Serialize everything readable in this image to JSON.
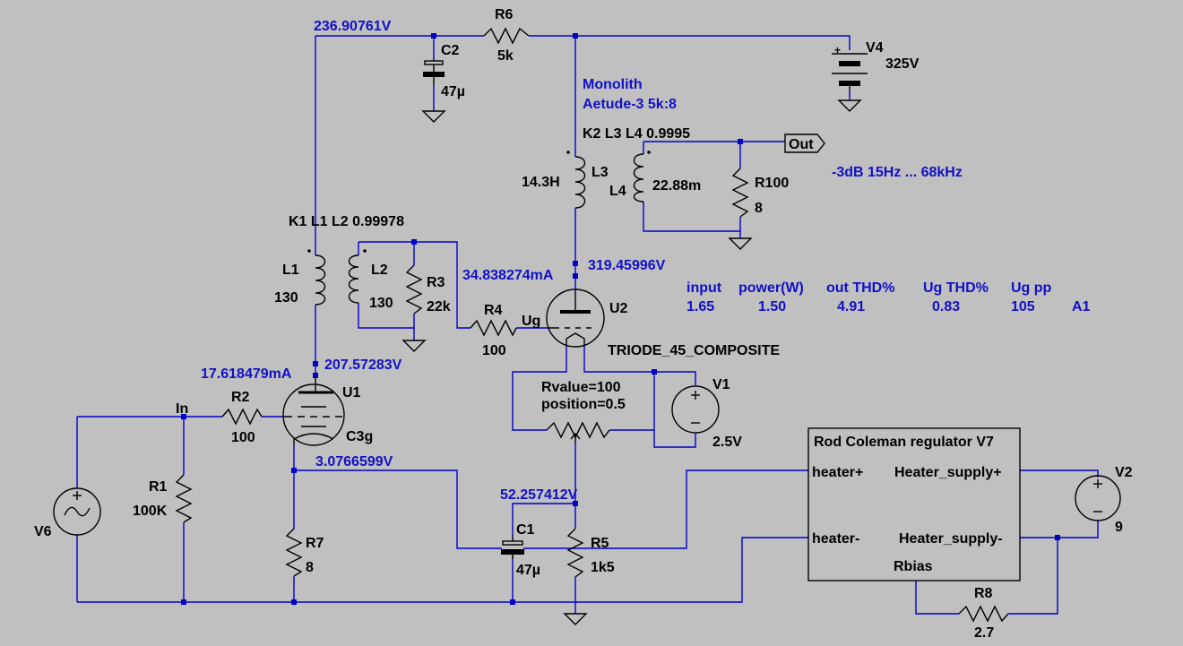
{
  "colors": {
    "background": "#c0c0c0",
    "wire": "#0000c8",
    "component": "#000000",
    "net_label": "#1010c8"
  },
  "node_voltages": {
    "v_top": "236.90761V",
    "v_u2_anode": "319.45996V",
    "i_u2": "34.838274mA",
    "v_u1_anode": "207.57283V",
    "i_u1": "17.618479mA",
    "v_u1_cathode": "3.0766599V",
    "v_c1": "52.257412V"
  },
  "transformer1": {
    "coupling": "K1 L1 L2  0.99978"
  },
  "transformer2": {
    "name": "Monolith",
    "model": "Aetude-3 5k:8",
    "coupling": "K2 L3 L4  0.9995"
  },
  "bandwidth_note": "-3dB 15Hz ... 68kHz",
  "components": {
    "R6": {
      "name": "R6",
      "value": "5k"
    },
    "C2": {
      "name": "C2",
      "value": "47µ"
    },
    "V4": {
      "name": "V4",
      "value": "325V"
    },
    "L3": {
      "name": "L3",
      "value": "14.3H"
    },
    "L4": {
      "name": "L4",
      "value": "22.88m"
    },
    "R100": {
      "name": "R100",
      "value": "8"
    },
    "L1": {
      "name": "L1",
      "value": "130"
    },
    "L2": {
      "name": "L2",
      "value": "130"
    },
    "R3": {
      "name": "R3",
      "value": "22k"
    },
    "R4": {
      "name": "R4",
      "value": "100"
    },
    "U2": {
      "name": "U2",
      "model": "TRIODE_45_COMPOSITE"
    },
    "U1": {
      "name": "U1",
      "model": "C3g"
    },
    "R2": {
      "name": "R2",
      "value": "100"
    },
    "R1": {
      "name": "R1",
      "value": "100K"
    },
    "V6": {
      "name": "V6"
    },
    "R7": {
      "name": "R7",
      "value": "8"
    },
    "C1": {
      "name": "C1",
      "value": "47µ"
    },
    "R5": {
      "name": "R5",
      "value": "1k5"
    },
    "pot": {
      "rvalue": "Rvalue=100",
      "position": "position=0.5"
    },
    "V1": {
      "name": "V1",
      "value": "2.5V"
    },
    "V2": {
      "name": "V2",
      "value": "9"
    },
    "R8": {
      "name": "R8",
      "value": "2.7"
    }
  },
  "net_labels": {
    "out": "Out",
    "in": "In",
    "ug": "Ug"
  },
  "regulator": {
    "title": "Rod Coleman regulator V7",
    "pins": {
      "heater_pos": "heater+",
      "heater_neg": "heater-",
      "supply_pos": "Heater_supply+",
      "supply_neg": "Heater_supply-",
      "rbias": "Rbias"
    }
  },
  "results_table": {
    "headers": [
      "input",
      "power(W)",
      "out THD%",
      "Ug THD%",
      "Ug pp"
    ],
    "values": [
      "1.65",
      "1.50",
      "4.91",
      "0.83",
      "105"
    ],
    "tag": "A1"
  }
}
